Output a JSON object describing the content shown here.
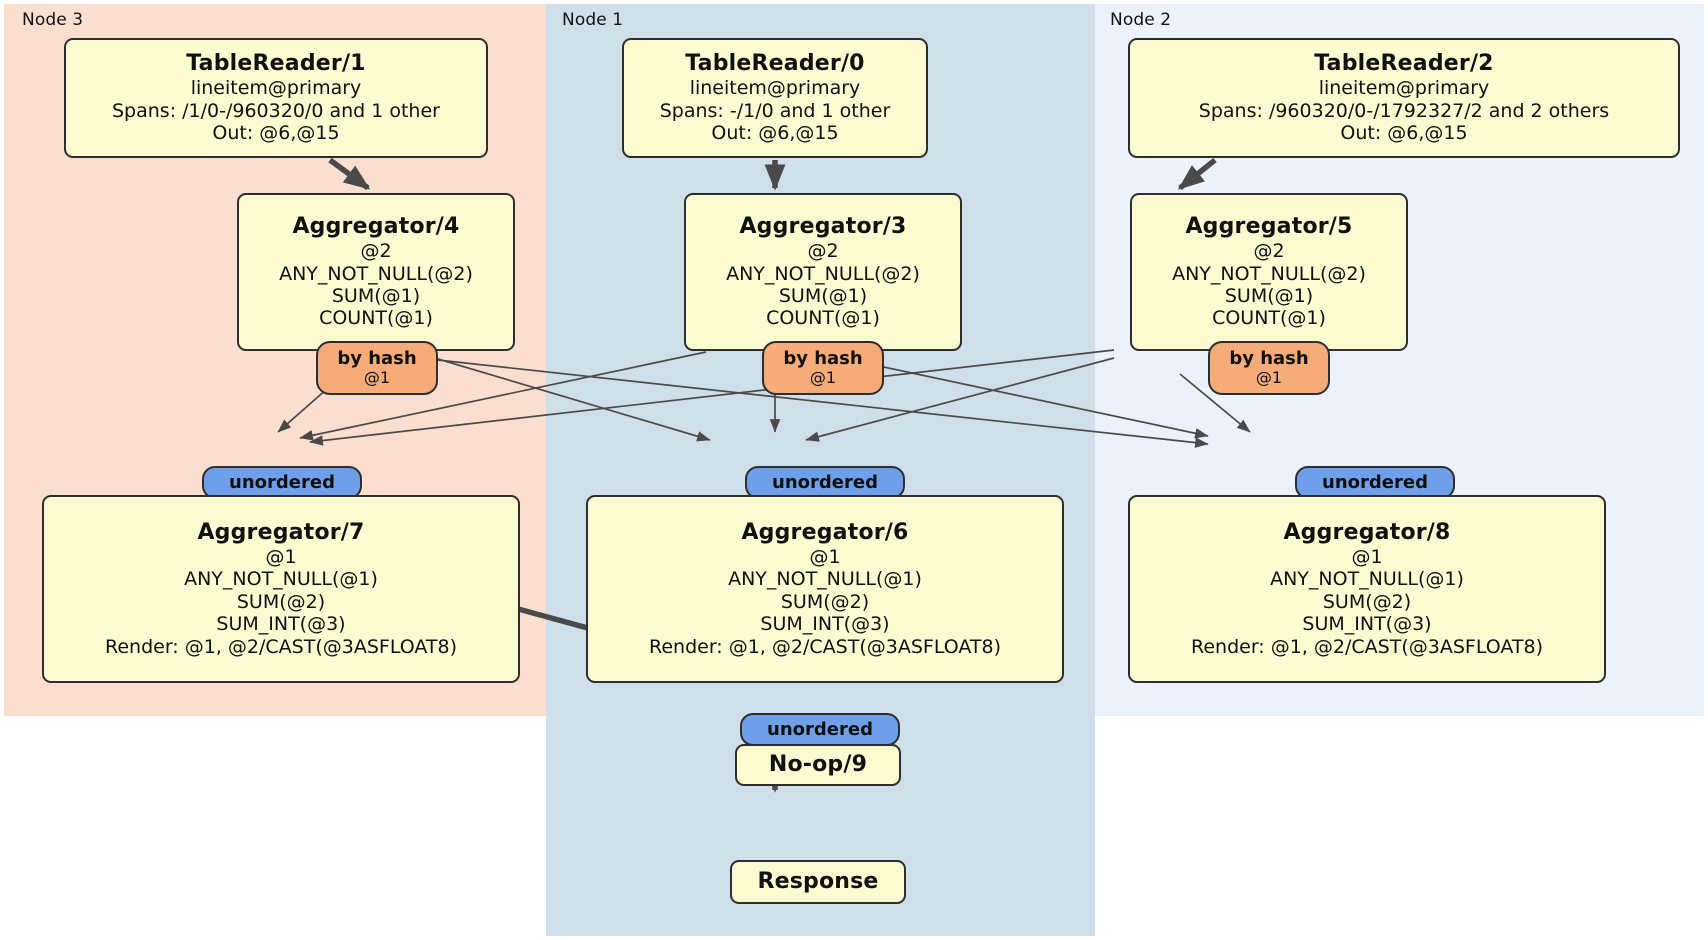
{
  "diagram": {
    "type": "distributed-query-plan",
    "colors": {
      "node3_panel": "#fadfd0",
      "node1_panel": "#cfdfe9",
      "node2_panel": "#ecf2fb",
      "box_fill": "#fbfbd2",
      "box_border": "#2e2e2e",
      "hash_pill": "#f5ac79",
      "unordered_pill": "#6f9fe8",
      "edge": "#4a4a4a"
    }
  },
  "panels": [
    {
      "id": "node3",
      "label": "Node 3"
    },
    {
      "id": "node1",
      "label": "Node 1"
    },
    {
      "id": "node2",
      "label": "Node 2"
    }
  ],
  "boxes": {
    "table_reader_1": {
      "title": "TableReader/1",
      "lines": [
        "lineitem@primary",
        "Spans: /1/0-/960320/0 and 1 other",
        "Out: @6,@15"
      ]
    },
    "table_reader_0": {
      "title": "TableReader/0",
      "lines": [
        "lineitem@primary",
        "Spans: -/1/0 and 1 other",
        "Out: @6,@15"
      ]
    },
    "table_reader_2": {
      "title": "TableReader/2",
      "lines": [
        "lineitem@primary",
        "Spans: /960320/0-/1792327/2 and 2 others",
        "Out: @6,@15"
      ]
    },
    "aggregator_4": {
      "title": "Aggregator/4",
      "lines": [
        "@2",
        "ANY_NOT_NULL(@2)",
        "SUM(@1)",
        "COUNT(@1)"
      ]
    },
    "aggregator_3": {
      "title": "Aggregator/3",
      "lines": [
        "@2",
        "ANY_NOT_NULL(@2)",
        "SUM(@1)",
        "COUNT(@1)"
      ]
    },
    "aggregator_5": {
      "title": "Aggregator/5",
      "lines": [
        "@2",
        "ANY_NOT_NULL(@2)",
        "SUM(@1)",
        "COUNT(@1)"
      ]
    },
    "aggregator_7": {
      "title": "Aggregator/7",
      "lines": [
        "@1",
        "ANY_NOT_NULL(@1)",
        "SUM(@2)",
        "SUM_INT(@3)",
        "Render: @1, @2/CAST(@3ASFLOAT8)"
      ]
    },
    "aggregator_6": {
      "title": "Aggregator/6",
      "lines": [
        "@1",
        "ANY_NOT_NULL(@1)",
        "SUM(@2)",
        "SUM_INT(@3)",
        "Render: @1, @2/CAST(@3ASFLOAT8)"
      ]
    },
    "aggregator_8": {
      "title": "Aggregator/8",
      "lines": [
        "@1",
        "ANY_NOT_NULL(@1)",
        "SUM(@2)",
        "SUM_INT(@3)",
        "Render: @1, @2/CAST(@3ASFLOAT8)"
      ]
    },
    "noop_9": {
      "title": "No-op/9",
      "lines": []
    },
    "response": {
      "title": "Response",
      "lines": []
    }
  },
  "router_pills": {
    "hash_left": {
      "type": "by hash",
      "column": "@1"
    },
    "hash_mid": {
      "type": "by hash",
      "column": "@1"
    },
    "hash_right": {
      "type": "by hash",
      "column": "@1"
    }
  },
  "sync_pills": {
    "unordered_left": {
      "label": "unordered"
    },
    "unordered_mid": {
      "label": "unordered"
    },
    "unordered_right": {
      "label": "unordered"
    },
    "unordered_final": {
      "label": "unordered"
    }
  }
}
